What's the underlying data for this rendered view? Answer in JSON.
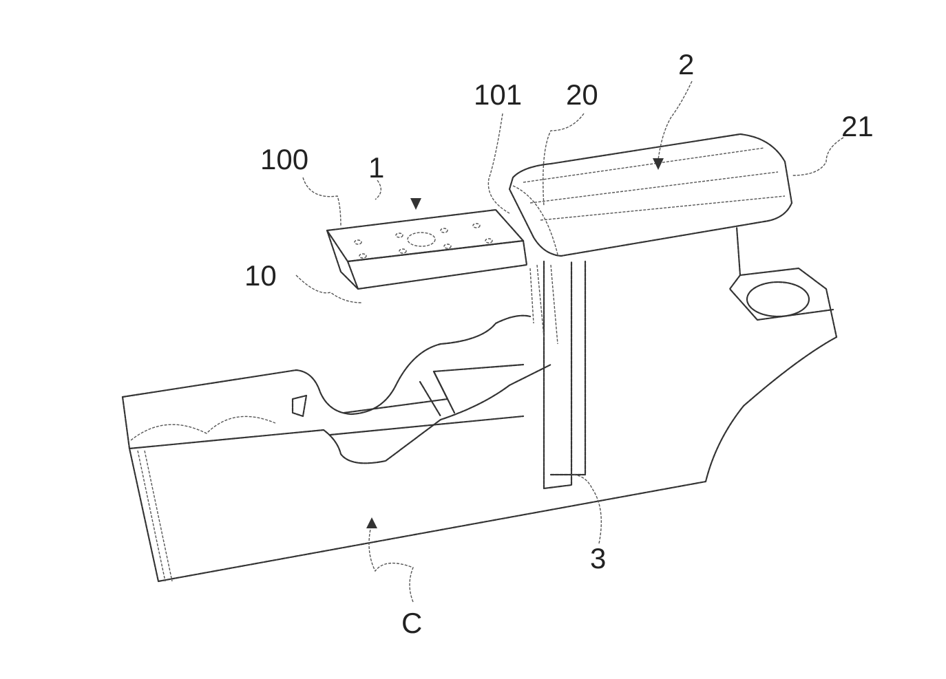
{
  "figure": {
    "labels": {
      "ref_2": "2",
      "ref_21": "21",
      "ref_20": "20",
      "ref_101": "101",
      "ref_1": "1",
      "ref_100": "100",
      "ref_10": "10",
      "ref_3": "3",
      "ref_C": "C"
    }
  }
}
